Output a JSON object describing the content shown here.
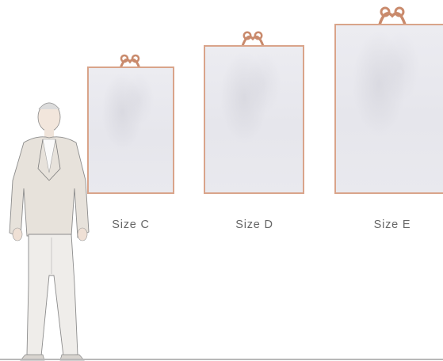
{
  "mirrors": [
    {
      "id": "C",
      "label": "Size C"
    },
    {
      "id": "D",
      "label": "Size D"
    },
    {
      "id": "E",
      "label": "Size E"
    }
  ],
  "colors": {
    "frame": "#d9a48a",
    "hook": "#c98a6c",
    "glass": "#e8e8ee",
    "label": "#666666",
    "floor": "#b8b8b8"
  },
  "icons": {
    "hook": "brass-hook-icon",
    "person": "person-scale-illustration"
  }
}
